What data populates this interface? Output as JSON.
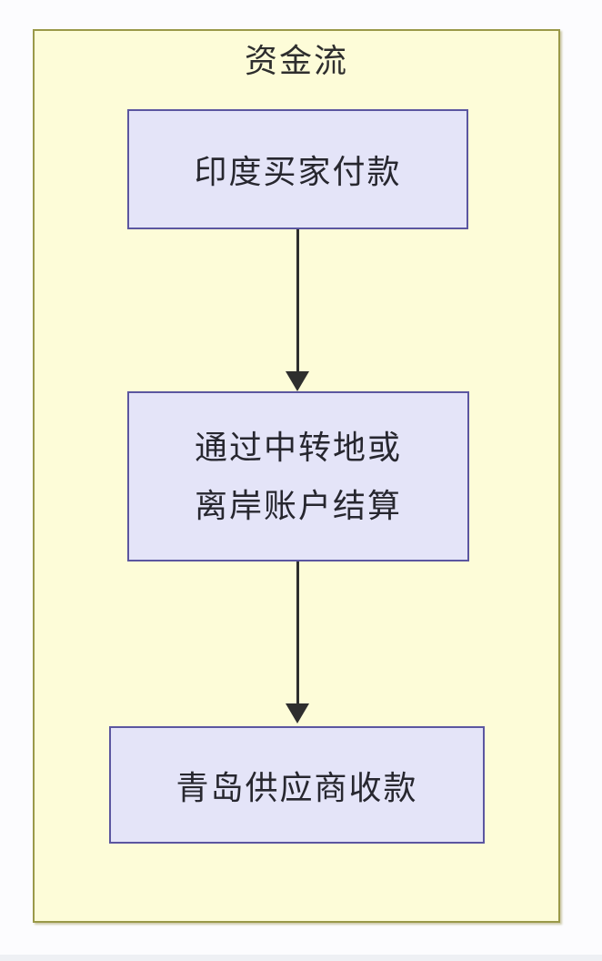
{
  "diagram": {
    "title": "资金流",
    "nodes": [
      {
        "id": "india-buyer-payment",
        "label": "印度买家付款"
      },
      {
        "id": "transit-offshore-settlement",
        "lines": [
          "通过中转地或",
          "离岸账户结算"
        ]
      },
      {
        "id": "qingdao-supplier-receipt",
        "label": "青岛供应商收款"
      }
    ],
    "connections": [
      {
        "from": "india-buyer-payment",
        "to": "transit-offshore-settlement",
        "type": "arrow-down"
      },
      {
        "from": "transit-offshore-settlement",
        "to": "qingdao-supplier-receipt",
        "type": "arrow-down"
      }
    ]
  },
  "colors": {
    "page_background": "#fcfcfe",
    "container_fill": "#fdfcd8",
    "container_border": "#9a9949",
    "node_fill": "#e4e4f8",
    "node_border": "#5b56a0",
    "arrow": "#2e2e2e",
    "text": "#27272f"
  }
}
